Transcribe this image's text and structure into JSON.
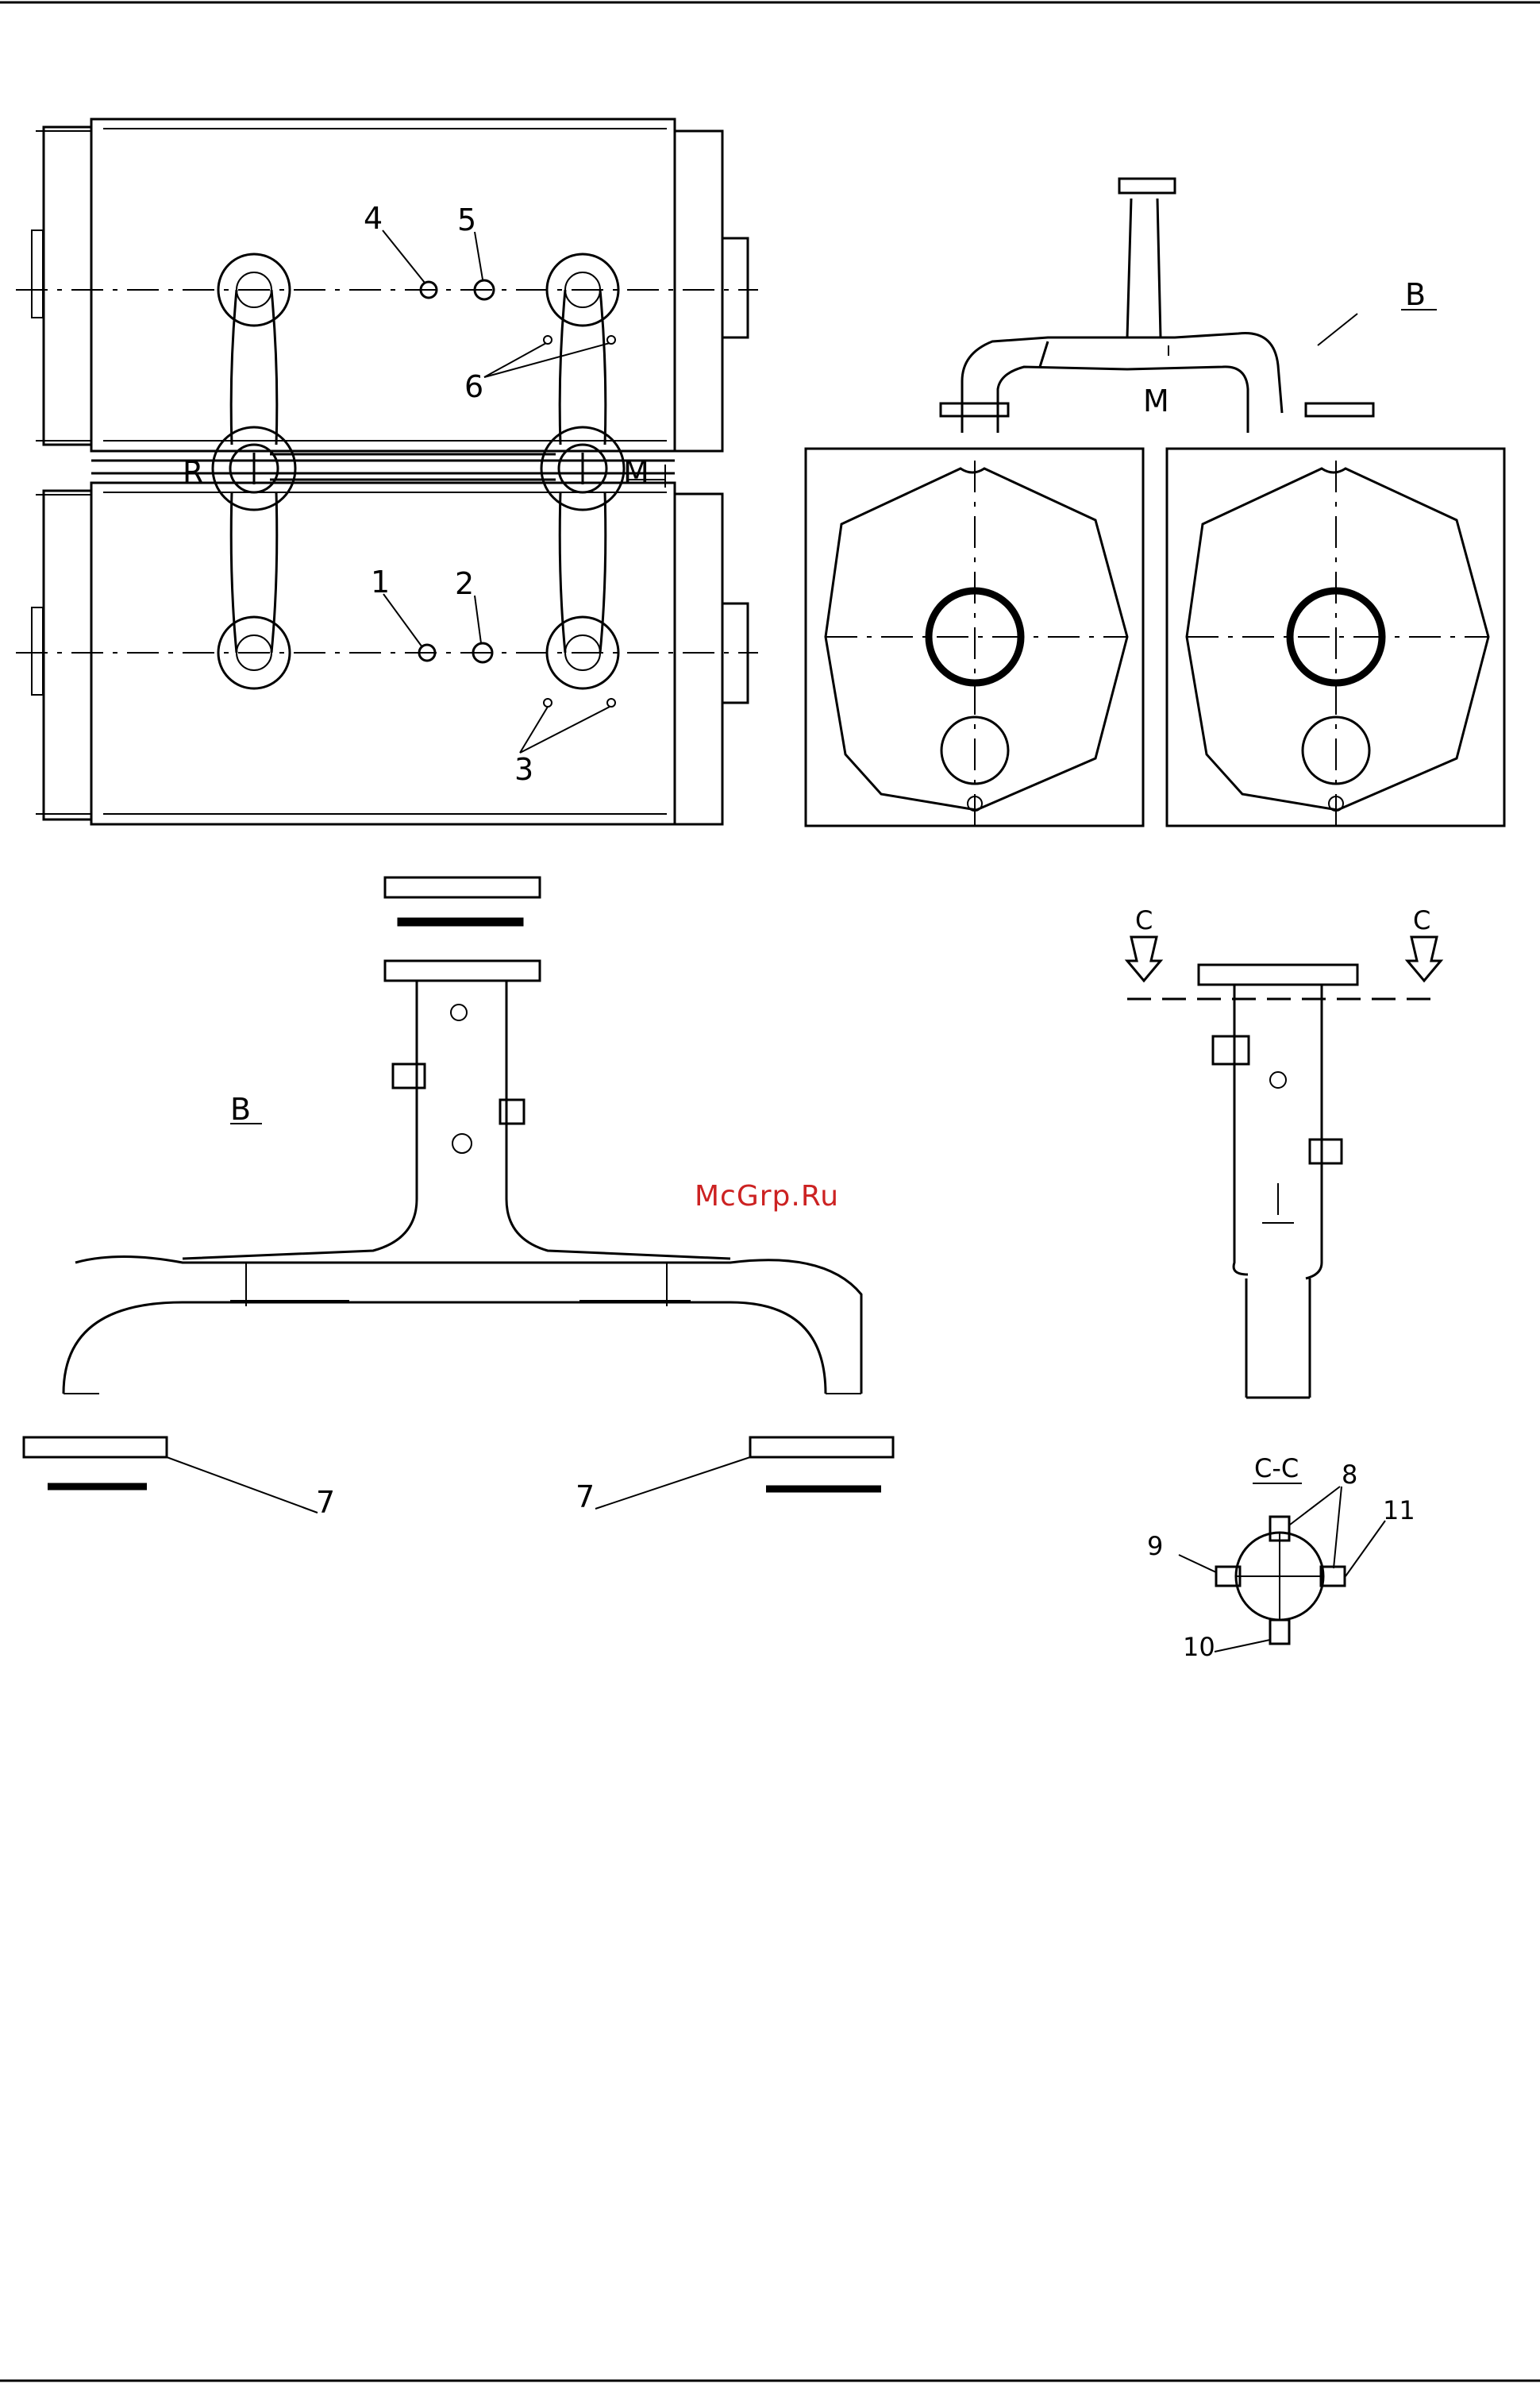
{
  "labels": {
    "n1": "1",
    "n2": "2",
    "n3": "3",
    "n4": "4",
    "n5": "5",
    "n6": "6",
    "n7a": "7",
    "n7b": "7",
    "n8": "8",
    "n9": "9",
    "n10": "10",
    "n11": "11",
    "R": "R",
    "M_top": "M",
    "M_right": "M",
    "B_top": "B",
    "B_detail": "B",
    "C_left": "C",
    "C_right": "C",
    "CC": "C-C"
  },
  "watermark": "McGrp.Ru"
}
